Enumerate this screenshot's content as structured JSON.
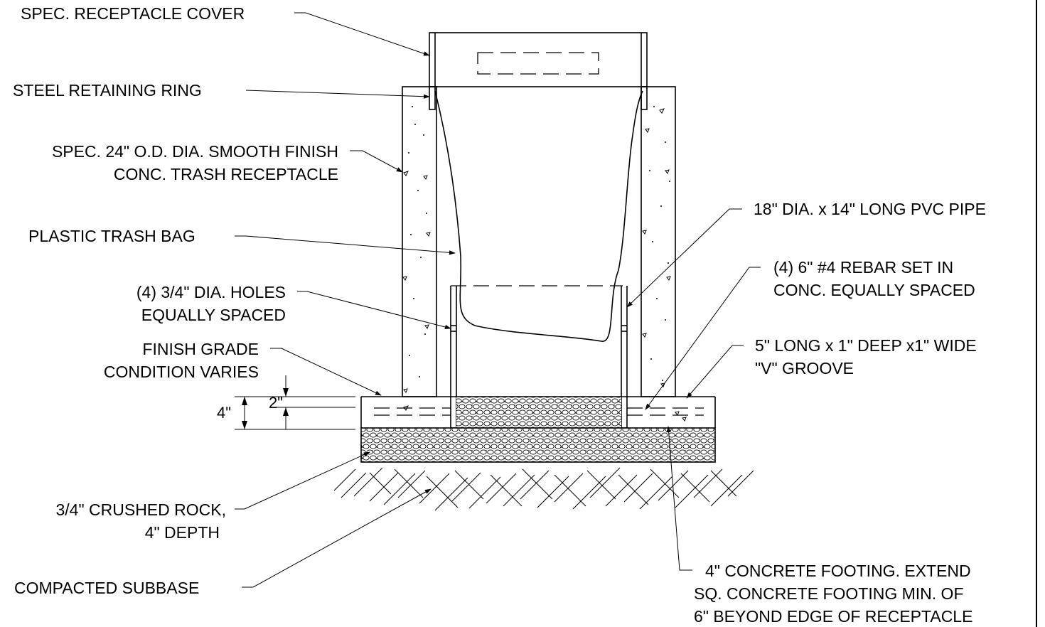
{
  "labels": {
    "receptacle_cover": "SPEC. RECEPTACLE COVER",
    "retaining_ring": "STEEL RETAINING RING",
    "receptacle_line1": "SPEC. 24\" O.D. DIA. SMOOTH FINISH",
    "receptacle_line2": "CONC. TRASH RECEPTACLE",
    "trash_bag": "PLASTIC TRASH BAG",
    "holes_line1": "(4) 3/4\" DIA. HOLES",
    "holes_line2": "EQUALLY SPACED",
    "grade_line1": "FINISH GRADE",
    "grade_line2": "CONDITION VARIES",
    "pvc_pipe": "18\" DIA. x 14\" LONG PVC PIPE",
    "rebar_line1": "(4) 6\" #4 REBAR SET IN",
    "rebar_line2": "CONC. EQUALLY SPACED",
    "groove_line1": "5\" LONG x 1\" DEEP x1\" WIDE",
    "groove_line2": "\"V\" GROOVE",
    "rock_line1": "3/4\" CRUSHED ROCK,",
    "rock_line2": "4\" DEPTH",
    "subbase": "COMPACTED SUBBASE",
    "footing_line1": "4\" CONCRETE FOOTING. EXTEND",
    "footing_line2": "SQ. CONCRETE FOOTING MIN. OF",
    "footing_line3": "6\" BEYOND EDGE OF RECEPTACLE"
  },
  "dimensions": {
    "overall": "4\"",
    "groove": "2\""
  }
}
